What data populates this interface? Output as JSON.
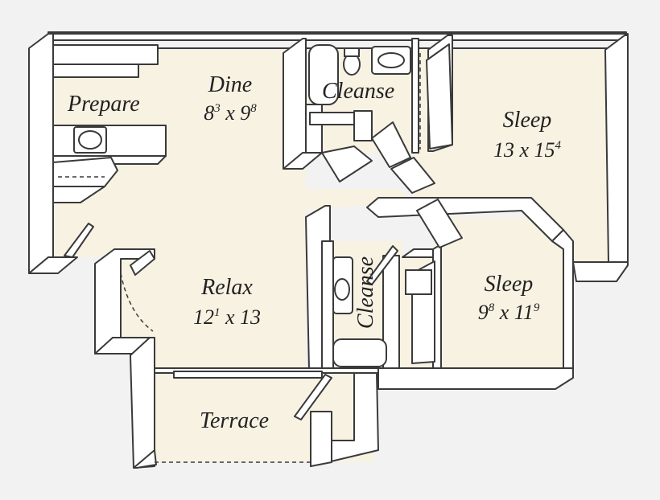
{
  "colors": {
    "background": "#f2f2f2",
    "floor": "#f8f2e3",
    "wall_fill": "#ffffff",
    "wall_stroke": "#3a3a3a",
    "wall_core": "#9a9a9a",
    "text": "#222222"
  },
  "rooms": {
    "prepare": {
      "name": "Prepare"
    },
    "dine": {
      "name": "Dine",
      "dim_a": "8",
      "dim_a_sup": "3",
      "dim_sep": " x ",
      "dim_b": "9",
      "dim_b_sup": "8"
    },
    "cleanse_top": {
      "name": "Cleanse"
    },
    "sleep_main": {
      "name": "Sleep",
      "dim_a": "13",
      "dim_a_sup": "",
      "dim_sep": " x ",
      "dim_b": "15",
      "dim_b_sup": "4"
    },
    "relax": {
      "name": "Relax",
      "dim_a": "12",
      "dim_a_sup": "1",
      "dim_sep": " x ",
      "dim_b": "13",
      "dim_b_sup": ""
    },
    "cleanse_side": {
      "name": "Cleanse"
    },
    "sleep_second": {
      "name": "Sleep",
      "dim_a": "9",
      "dim_a_sup": "8",
      "dim_sep": " x ",
      "dim_b": "11",
      "dim_b_sup": "9"
    },
    "terrace": {
      "name": "Terrace"
    }
  }
}
